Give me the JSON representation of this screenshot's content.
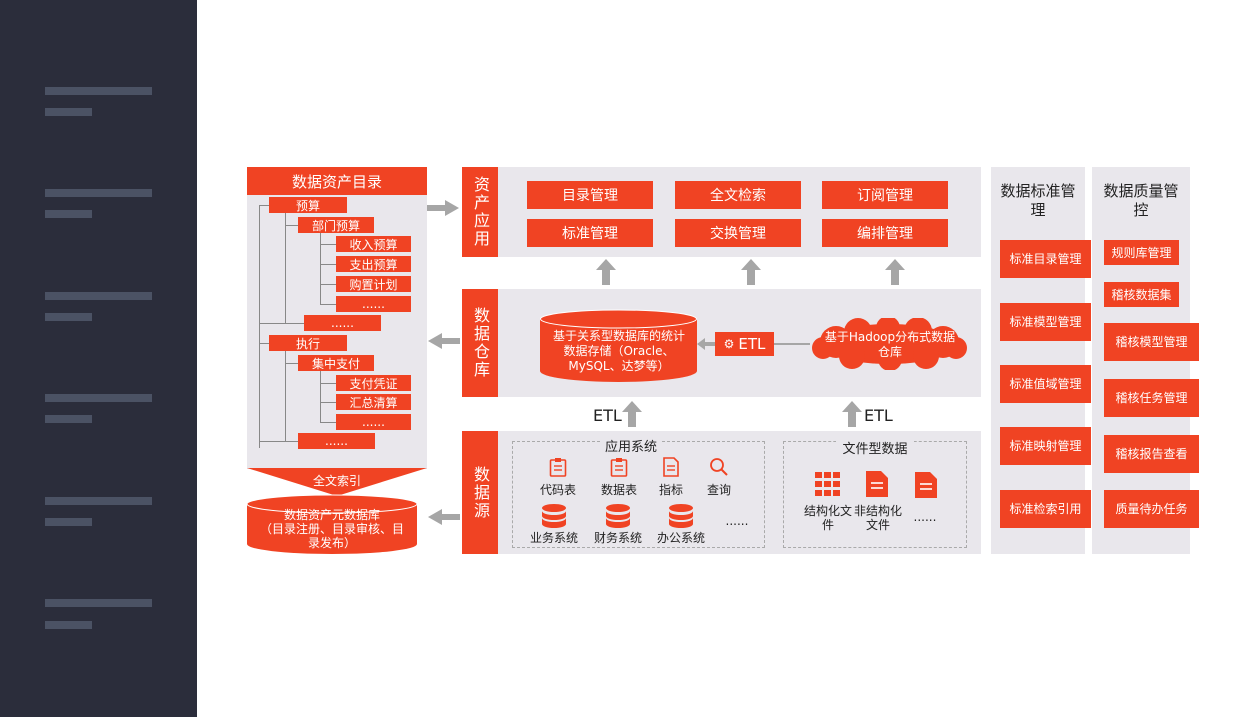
{
  "catalog": {
    "title": "数据资产目录",
    "tree": [
      "预算",
      "部门预算",
      "收入预算",
      "支出预算",
      "购置计划",
      "......",
      "......",
      "执行",
      "集中支付",
      "支付凭证",
      "汇总清算",
      "......",
      "......"
    ],
    "fulltext_index": "全文索引",
    "metadb": "数据资产元数据库\n（目录注册、目录审核、目录发布）"
  },
  "asset_app": {
    "label": "资产应用",
    "buttons": [
      "目录管理",
      "全文检索",
      "订阅管理",
      "标准管理",
      "交换管理",
      "编排管理"
    ]
  },
  "warehouse": {
    "label": "数据仓库",
    "relational": "基于关系型数据库的统计数据存储（Oracle、MySQL、达梦等）",
    "etl": "ETL",
    "hadoop": "基于Hadoop分布式数据仓库"
  },
  "etl_labels": [
    "ETL",
    "ETL"
  ],
  "source": {
    "label": "数据源",
    "app_title": "应用系统",
    "app_icons": [
      "代码表",
      "数据表",
      "指标",
      "查询"
    ],
    "systems": [
      "业务系统",
      "财务系统",
      "办公系统",
      "......"
    ],
    "file_title": "文件型数据",
    "file_items": [
      "结构化文件",
      "非结构化文件",
      "......"
    ]
  },
  "std_mgmt": {
    "title": "数据标准管理",
    "items": [
      "标准目录管理",
      "标准模型管理",
      "标准值域管理",
      "标准映射管理",
      "标准检索引用"
    ]
  },
  "quality": {
    "title": "数据质量管控",
    "items": [
      "规则库管理",
      "稽核数据集",
      "稽核模型管理",
      "稽核任务管理",
      "稽核报告查看",
      "质量待办任务"
    ]
  },
  "colors": {
    "accent": "#f04323",
    "panel": "#e9e7ec",
    "sidebar": "#2b2d3b"
  }
}
